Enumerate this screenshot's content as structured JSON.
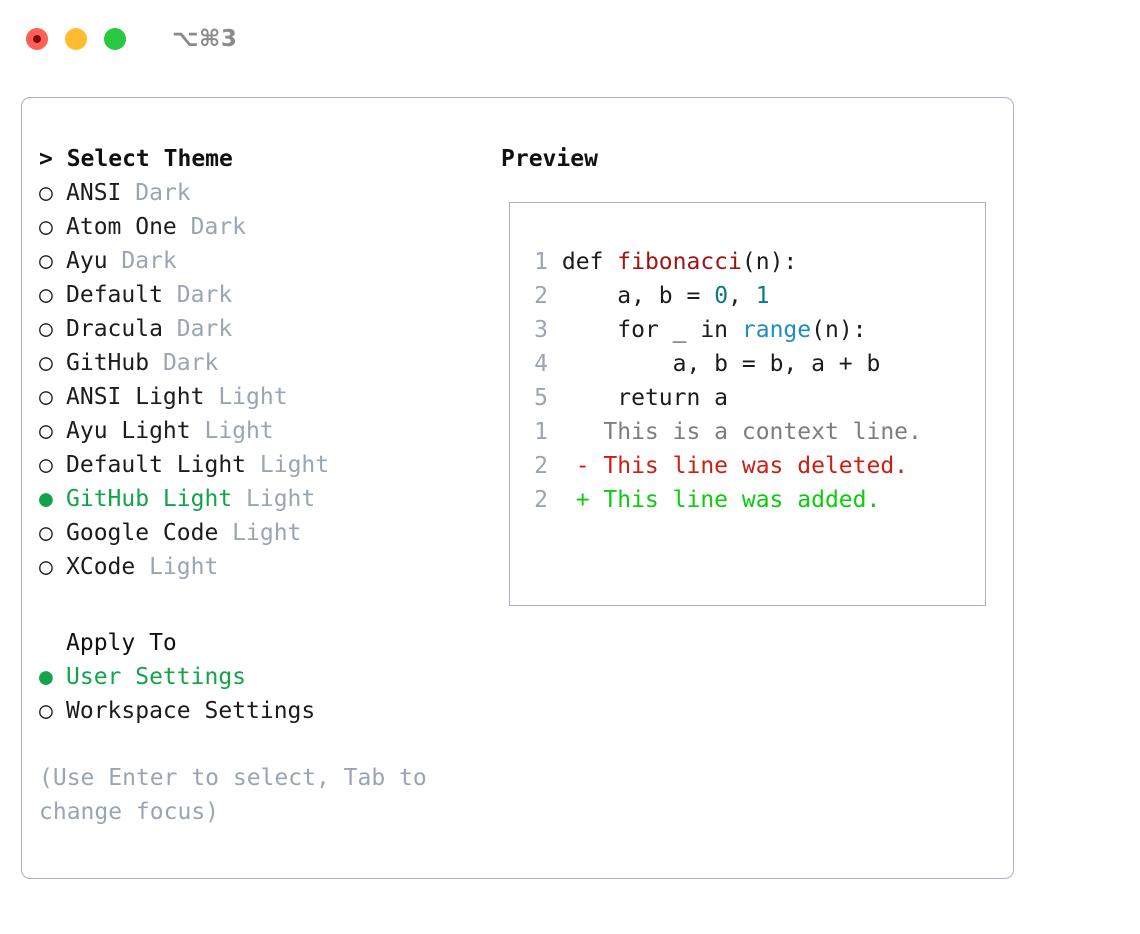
{
  "window": {
    "shortcut_label": "⌥⌘3",
    "traffic_lights": [
      "close-button",
      "minimize-button",
      "maximize-button"
    ]
  },
  "theme_picker": {
    "header": "> Select Theme",
    "selected_bullet": "●",
    "unselected_bullet": "○",
    "selected_color": "#13a44a",
    "variant_color": "#9aa5b4",
    "items": [
      {
        "name": "ANSI",
        "variant": "Dark",
        "selected": false
      },
      {
        "name": "Atom One",
        "variant": "Dark",
        "selected": false
      },
      {
        "name": "Ayu",
        "variant": "Dark",
        "selected": false
      },
      {
        "name": "Default",
        "variant": "Dark",
        "selected": false
      },
      {
        "name": "Dracula",
        "variant": "Dark",
        "selected": false
      },
      {
        "name": "GitHub",
        "variant": "Dark",
        "selected": false
      },
      {
        "name": "ANSI Light",
        "variant": "Light",
        "selected": false
      },
      {
        "name": "Ayu Light",
        "variant": "Light",
        "selected": false
      },
      {
        "name": "Default Light",
        "variant": "Light",
        "selected": false
      },
      {
        "name": "GitHub Light",
        "variant": "Light",
        "selected": true
      },
      {
        "name": "Google Code",
        "variant": "Light",
        "selected": false
      },
      {
        "name": "XCode",
        "variant": "Light",
        "selected": false
      }
    ]
  },
  "apply_to": {
    "header": "Apply To",
    "items": [
      {
        "name": "User Settings",
        "selected": true
      },
      {
        "name": "Workspace Settings",
        "selected": false
      }
    ]
  },
  "hint": "(Use Enter to select, Tab to change focus)",
  "preview": {
    "title": "Preview",
    "code": [
      {
        "number": "1",
        "tokens": [
          {
            "text": "def ",
            "kind": "plain"
          },
          {
            "text": "fibonacci",
            "kind": "func"
          },
          {
            "text": "(n):",
            "kind": "plain"
          }
        ]
      },
      {
        "number": "2",
        "tokens": [
          {
            "text": "    a, b = ",
            "kind": "plain"
          },
          {
            "text": "0",
            "kind": "num"
          },
          {
            "text": ", ",
            "kind": "plain"
          },
          {
            "text": "1",
            "kind": "num"
          }
        ]
      },
      {
        "number": "3",
        "tokens": [
          {
            "text": "    for _ in ",
            "kind": "plain"
          },
          {
            "text": "range",
            "kind": "builtin"
          },
          {
            "text": "(n):",
            "kind": "plain"
          }
        ]
      },
      {
        "number": "4",
        "tokens": [
          {
            "text": "        a, b = b, a + b",
            "kind": "plain"
          }
        ]
      },
      {
        "number": "5",
        "tokens": [
          {
            "text": "    return a",
            "kind": "plain"
          }
        ]
      }
    ],
    "diff": [
      {
        "number": "1",
        "marker": " ",
        "text": "This is a context line.",
        "kind": "context"
      },
      {
        "number": "2",
        "marker": "-",
        "text": "This line was deleted.",
        "kind": "deleted"
      },
      {
        "number": "2",
        "marker": "+",
        "text": "This line was added.",
        "kind": "added"
      }
    ],
    "colors": {
      "function": "#9e1515",
      "number": "#0b7c7c",
      "builtin": "#1f8cc2",
      "line_number": "#9aa5b4",
      "diff_context": "#7d7d7d",
      "diff_deleted": "#cc1f12",
      "diff_added": "#0ccc0c"
    }
  }
}
